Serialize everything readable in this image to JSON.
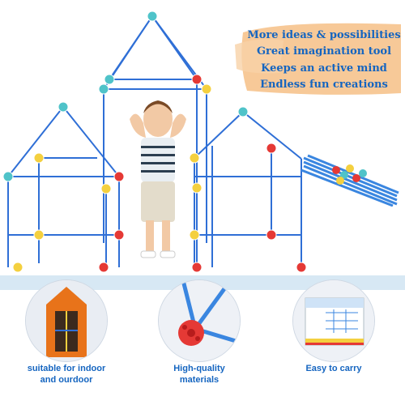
{
  "features": [
    "More ideas & possibilities",
    "Great imagination tool",
    "Keeps an active mind",
    "Endless fun creations"
  ],
  "captions": {
    "indoor_outdoor": "suitable for indoor\nand ourdoor",
    "materials": "High-quality\nmaterials",
    "carry": "Easy to carry"
  },
  "colors": {
    "rod": "#2f6fd6",
    "connector_red": "#e53935",
    "connector_yellow": "#f4d03f",
    "connector_teal": "#4fc3c9",
    "brush": "#f6c38d",
    "text": "#1565c0",
    "tent": "#e8731a"
  },
  "icons": [
    "kid-figure",
    "straw-bundle",
    "connector-ball",
    "tent-tower",
    "product-box"
  ]
}
